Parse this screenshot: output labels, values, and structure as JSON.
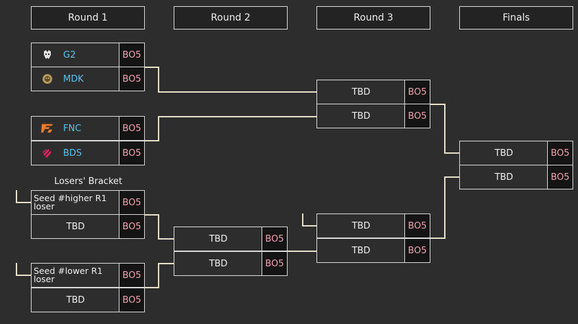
{
  "rounds": [
    "Round 1",
    "Round 2",
    "Round 3",
    "Finals"
  ],
  "losers_label": "Losers' Bracket",
  "format_label": "BO5",
  "tbd": "TBD",
  "teams": {
    "g2": {
      "name": "G2",
      "logo": "g2-logo-icon"
    },
    "mdk": {
      "name": "MDK",
      "logo": "mdk-logo-icon"
    },
    "fnc": {
      "name": "FNC",
      "logo": "fnc-logo-icon"
    },
    "bds": {
      "name": "BDS",
      "logo": "bds-logo-icon"
    }
  },
  "seeds": {
    "higher": "Seed #higher R1 loser",
    "lower": "Seed #lower R1 loser"
  },
  "colors": {
    "background": "#2d2d2d",
    "format_cell": "#141414",
    "format_text": "#f2a4b2",
    "team_text": "#5cc3f2",
    "border": "#d9d9d9",
    "fnc": "#f07a25",
    "bds": "#e0245e"
  }
}
